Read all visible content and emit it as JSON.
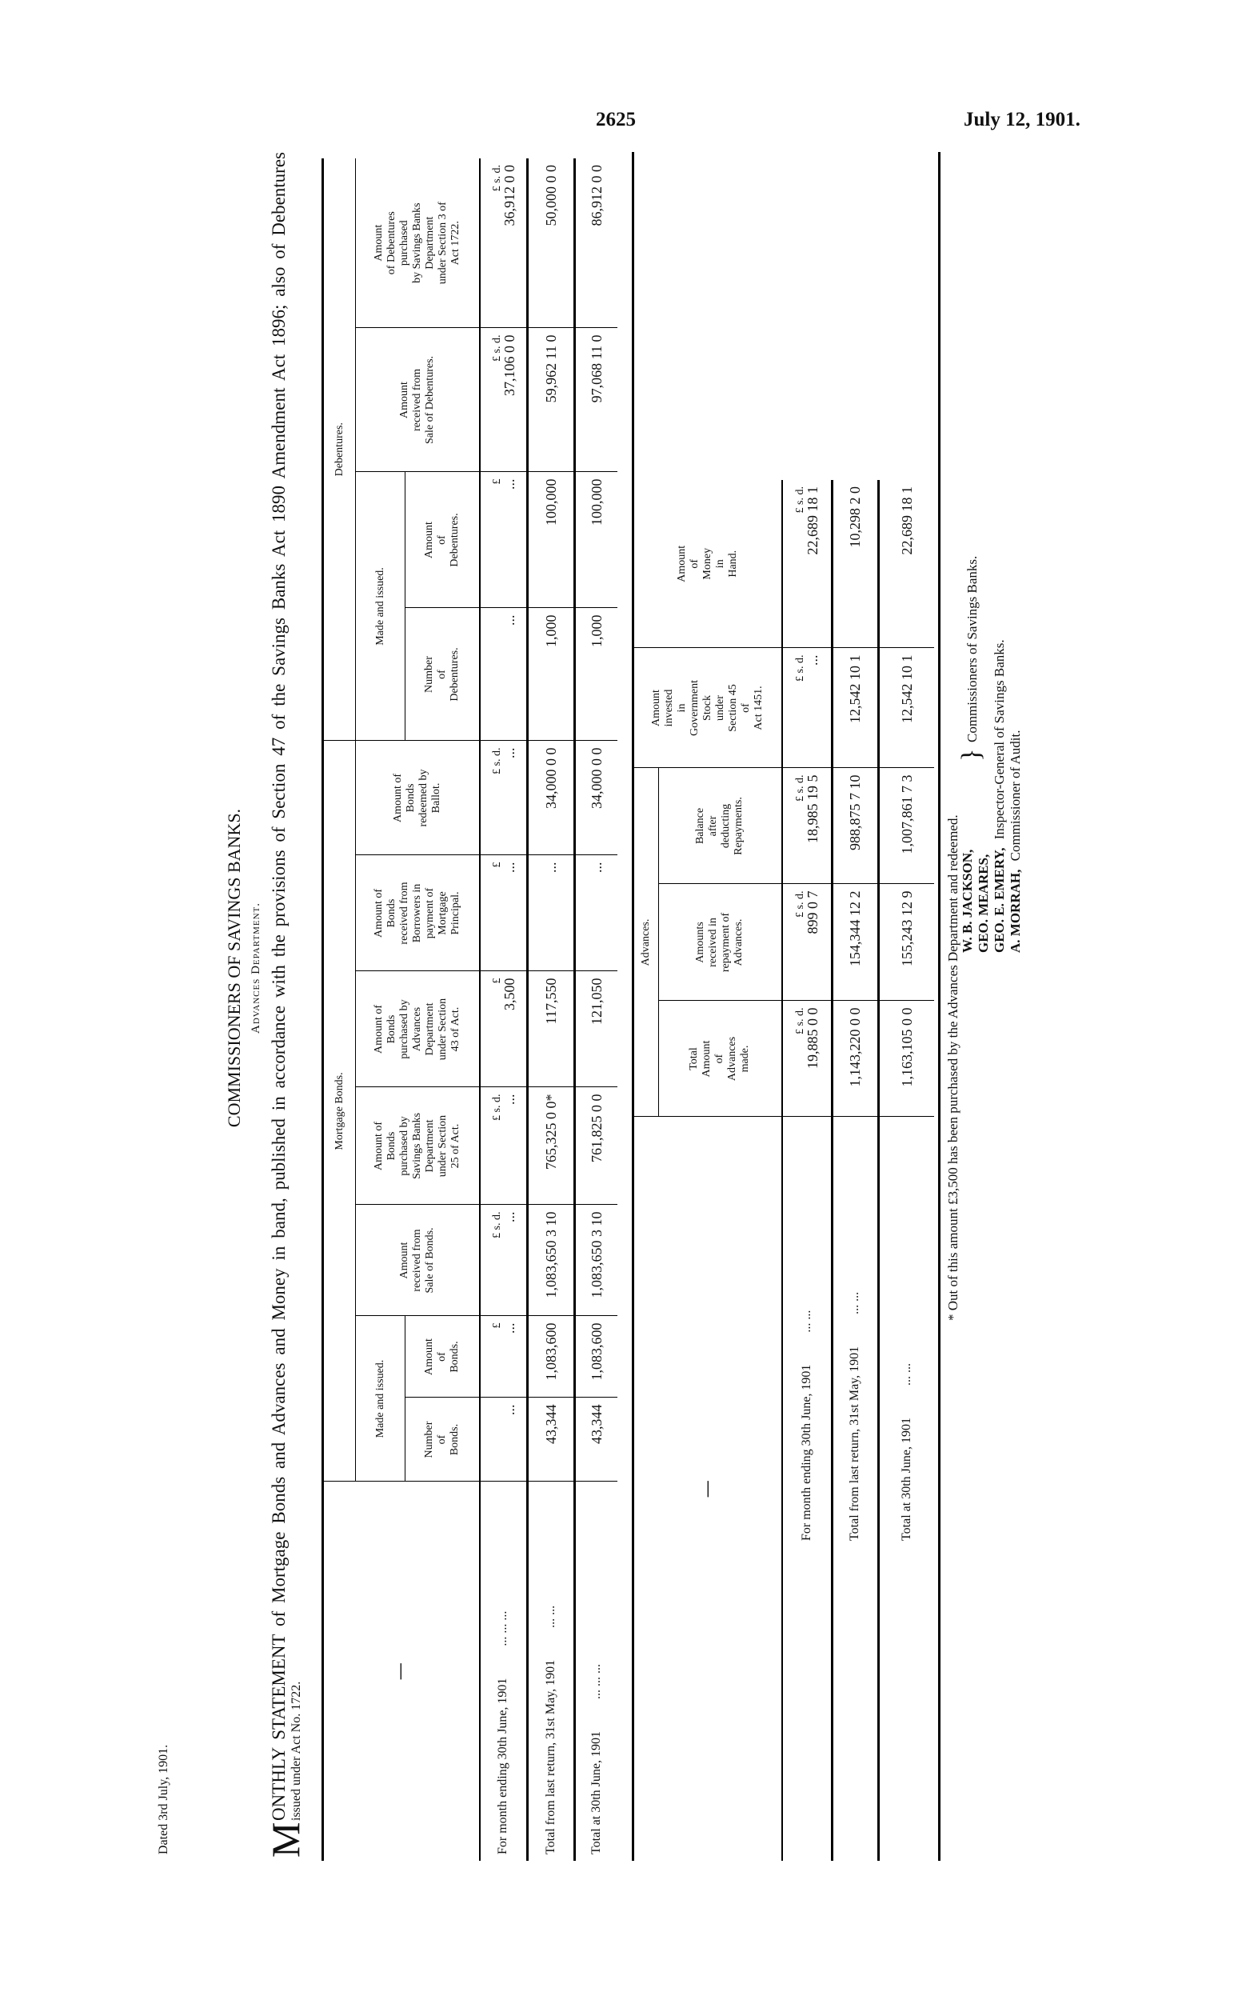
{
  "page_number": "2625",
  "issue_date": "July 12, 1901.",
  "heading": {
    "commissioners": "COMMISSIONERS OF SAVINGS BANKS.",
    "department": "Advances Department.",
    "dropcap": "M",
    "title_line1": "ONTHLY STATEMENT of Mortgage Bonds and Advances and Money in band, published in accordance with the provisions of Section 47 of the Savings Banks Act 1890 Amendment Act 1896; also of Debentures",
    "title_line2": "issued under Act No. 1722."
  },
  "table1": {
    "label_header": "—",
    "group_mortgage": "Mortgage Bonds.",
    "group_debentures": "Debentures.",
    "made_issued_bonds": "Made and issued.",
    "made_issued_debentures": "Made and issued.",
    "columns": [
      {
        "header": "Number\nof\nBonds.",
        "unit": ""
      },
      {
        "header": "Amount\nof\nBonds.",
        "unit": "£"
      },
      {
        "header": "Amount\nreceived from\nSale of Bonds.",
        "unit": "£   s. d."
      },
      {
        "header": "Amount of\nBonds\npurchased by\nSavings Banks\nDepartment\nunder Section\n25 of Act.",
        "unit": "£   s. d."
      },
      {
        "header": "Amount of\nBonds\npurchased by\nAdvances\nDepartment\nunder Section\n43 of Act.",
        "unit": "£"
      },
      {
        "header": "Amount of\nBonds\nreceived from\nBorrowers in\npayment of\nMortgage\nPrincipal.",
        "unit": "£"
      },
      {
        "header": "Amount of\nBonds\nredeemed by\nBallot.",
        "unit": "£   s. d."
      },
      {
        "header": "Number\nof\nDebentures.",
        "unit": ""
      },
      {
        "header": "Amount\nof\nDebentures.",
        "unit": "£"
      },
      {
        "header": "Amount\nreceived from\nSale of Debentures.",
        "unit": "£   s. d."
      },
      {
        "header": "Amount\nof Debentures\npurchased\nby Savings Banks\nDepartment\nunder Section 3 of\nAct 1722.",
        "unit": "£   s. d."
      }
    ],
    "rows": [
      {
        "label": "For month ending 30th June, 1901",
        "dots": "...    ...    ...",
        "values": [
          "...",
          "...",
          "...",
          "...",
          "3,500",
          "...",
          "...",
          "...",
          "...",
          "37,106  0  0",
          "36,912  0  0"
        ]
      },
      {
        "label": "Total from last return, 31st May, 1901",
        "dots": "...    ...",
        "values": [
          "43,344",
          "1,083,600",
          "1,083,650  3 10",
          "765,325  0  0*",
          "117,550",
          "...",
          "34,000  0  0",
          "1,000",
          "100,000",
          "59,962 11  0",
          "50,000  0  0"
        ]
      },
      {
        "label": "Total at 30th June, 1901",
        "dots": "...    ...    ...",
        "values": [
          "43,344",
          "1,083,600",
          "1,083,650  3 10",
          "761,825  0  0",
          "121,050",
          "...",
          "34,000  0  0",
          "1,000",
          "100,000",
          "97,068 11  0",
          "86,912  0  0"
        ]
      }
    ]
  },
  "table2": {
    "label_header": "—",
    "group_advances": "Advances.",
    "columns": [
      {
        "header": "Total\nAmount\nof\nAdvances\nmade.",
        "unit": "£   s. d."
      },
      {
        "header": "Amounts\nreceived in\nrepayment of\nAdvances.",
        "unit": "£   s. d."
      },
      {
        "header": "Balance\nafter\ndeducting\nRepayments.",
        "unit": "£   s. d."
      },
      {
        "header": "Amount\ninvested\nin\nGovernment\nStock\nunder\nSection 45\nof\nAct 1451.",
        "unit": "£   s. d."
      },
      {
        "header": "Amount\nof\nMoney\nin\nHand.",
        "unit": "£   s. d."
      }
    ],
    "rows": [
      {
        "label": "For month ending 30th June, 1901",
        "dots": "...    ...",
        "values": [
          "19,885  0  0",
          "899  0  7",
          "18,985 19  5",
          "...",
          "22,689 18  1"
        ]
      },
      {
        "label": "Total from last return, 31st May, 1901",
        "dots": "...    ...",
        "values": [
          "1,143,220  0  0",
          "154,344 12  2",
          "988,875  7 10",
          "12,542 10  1",
          "10,298  2  0"
        ]
      },
      {
        "label": "Total at 30th June, 1901",
        "dots": "...    ...",
        "values": [
          "1,163,105  0  0",
          "155,243 12  9",
          "1,007,861  7  3",
          "12,542 10  1",
          "22,689 18  1"
        ]
      }
    ]
  },
  "footnote": "* Out of this amount £3,500 has been purchased by the Advances Department and redeemed.",
  "signatures": [
    {
      "name": "W. B. JACKSON,",
      "title": ""
    },
    {
      "name": "GEO. MEARES,",
      "title": ""
    },
    {
      "name": "GEO. E. EMERY,",
      "title": "Inspector-General of Savings Banks."
    },
    {
      "name": "A. MORRAH,",
      "title": "Commissioner of Audit."
    }
  ],
  "commissioners_title": "Commissioners of Savings Banks.",
  "dated": "Dated 3rd July, 1901."
}
